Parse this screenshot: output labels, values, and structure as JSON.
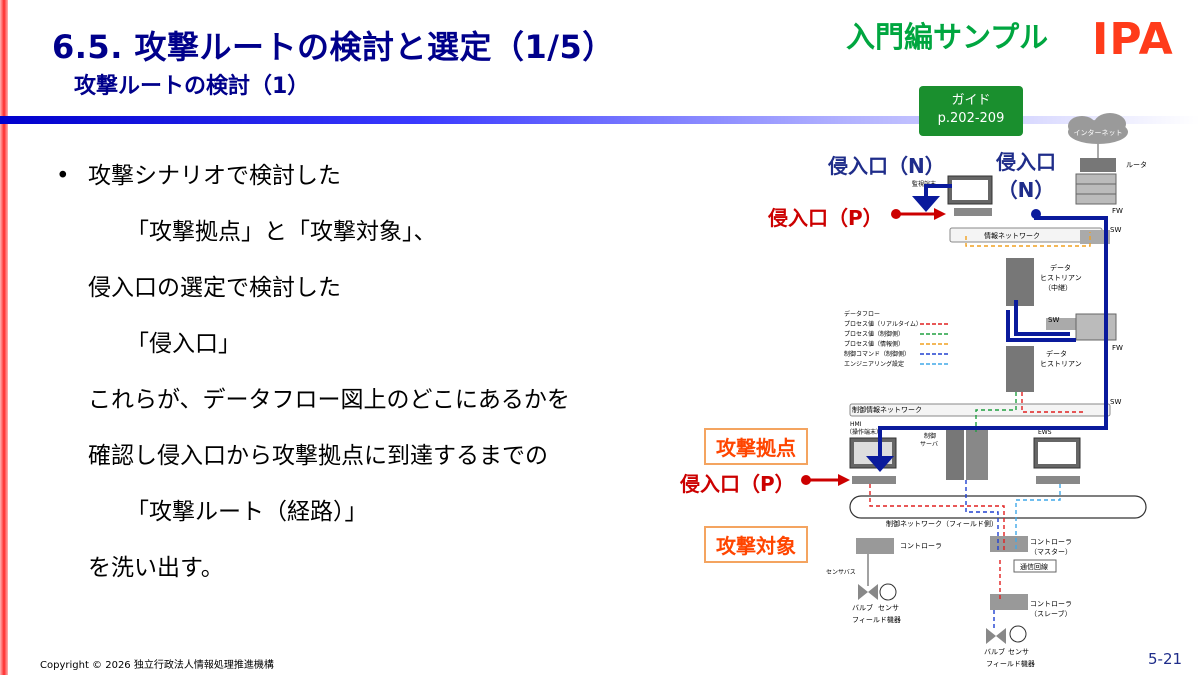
{
  "header": {
    "title": "6.5. 攻撃ルートの検討と選定（1/5）",
    "subtitle": "攻撃ルートの検討（1）",
    "sample_badge": "入門編サンプル",
    "logo": "IPA"
  },
  "guide": {
    "line1": "ガイド",
    "line2": "p.202-209"
  },
  "bullets": [
    "攻撃シナリオで検討した",
    "「攻撃拠点」と「攻撃対象」、",
    "侵入口の選定で検討した",
    "「侵入口」",
    "これらが、データフロー図上のどこにあるかを",
    "確認し侵入口から攻撃拠点に到達するまでの",
    "「攻撃ルート（経路）」",
    "を洗い出す。"
  ],
  "bullet_marker": "•",
  "diagram": {
    "entry_n_1": "侵入口（N）",
    "entry_n_2_line1": "侵入口",
    "entry_n_2_line2": "（N）",
    "entry_p_top": "侵入口（P）",
    "entry_p_bottom": "侵入口（P）",
    "attack_base": "攻撃拠点",
    "attack_target": "攻撃対象",
    "internet": "インターネット",
    "router": "ルータ",
    "monitor_terminal": "監視端末",
    "fw": "FW",
    "sw": "SW",
    "info_network": "情報ネットワーク",
    "historian_relay_1": "データ",
    "historian_relay_2": "ヒストリアン",
    "historian_relay_3": "（中継）",
    "historian_1": "データ",
    "historian_2": "ヒストリアン",
    "control_info_network": "制御情報ネットワーク",
    "hmi_1": "HMI",
    "hmi_2": "（操作端末）",
    "control_server_1": "制御",
    "control_server_2": "サーバ",
    "ews": "EWS",
    "field_network": "制御ネットワーク（フィールド側）",
    "controller": "コントローラ",
    "controller_master_1": "コントローラ",
    "controller_master_2": "（マスター）",
    "comm_line": "通信回線",
    "controller_slave_1": "コントローラ",
    "controller_slave_2": "（スレーブ）",
    "sensor_bus": "センサバス",
    "valve": "バルブ",
    "sensor": "センサ",
    "field_device": "フィールド機器",
    "legend_title": "データフロー",
    "legend_items": [
      {
        "label": "プロセス値（リアルタイム）",
        "color": "#e02020"
      },
      {
        "label": "プロセス値（制御側）",
        "color": "#20a040"
      },
      {
        "label": "プロセス値（情報側）",
        "color": "#f0a020"
      },
      {
        "label": "制御コマンド（制御側）",
        "color": "#2040d0"
      },
      {
        "label": "エンジニアリング設定",
        "color": "#40a8e8"
      }
    ]
  },
  "colors": {
    "route": "#0a1a9c",
    "title": "#00008b",
    "accent_red": "#cc0000",
    "badge_green": "#00a640"
  },
  "footer": {
    "copyright": "Copyright © 2026 独立行政法人情報処理推進機構",
    "page": "5-21"
  }
}
